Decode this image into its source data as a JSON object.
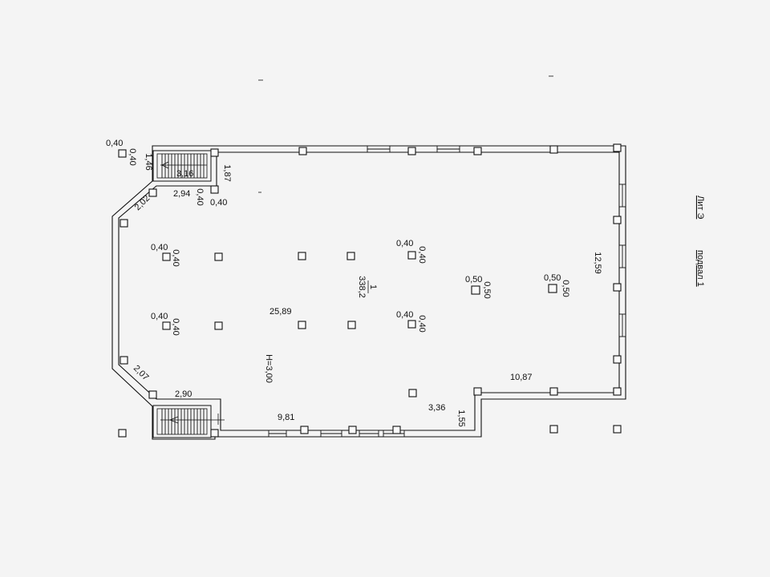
{
  "title": {
    "prefix": "Лит Э",
    "floor": "подвал 1"
  },
  "room": {
    "number": "1",
    "area": "338,2",
    "height": "Н=3,00"
  },
  "dimensions": {
    "stair_top_length": "3,16",
    "stair_top_side": "1,46",
    "stair_top_right": "1,87",
    "wall_2_94": "2,94",
    "wall_2_02": "2,02",
    "wall_2_07": "2,07",
    "wall_2_90": "2,90",
    "length_25_89": "25,89",
    "width_12_59": "12,59",
    "wall_10_87": "10,87",
    "wall_9_81": "9,81",
    "notch_3_36": "3,36",
    "notch_1_55": "1,55"
  },
  "columns": {
    "outside_top_w": "0,40",
    "outside_top_h": "0,40",
    "stair_col_w": "0,40",
    "stair_col_h": "0,40",
    "c1_w": "0,40",
    "c1_h": "0,40",
    "c2_w": "0,40",
    "c2_h": "0,40",
    "c3_w": "0,40",
    "c3_h": "0,40",
    "c4_w": "0,40",
    "c4_h": "0,40",
    "c5_w": "0,50",
    "c5_h": "0,50",
    "c6_w": "0,50",
    "c6_h": "0,50"
  }
}
